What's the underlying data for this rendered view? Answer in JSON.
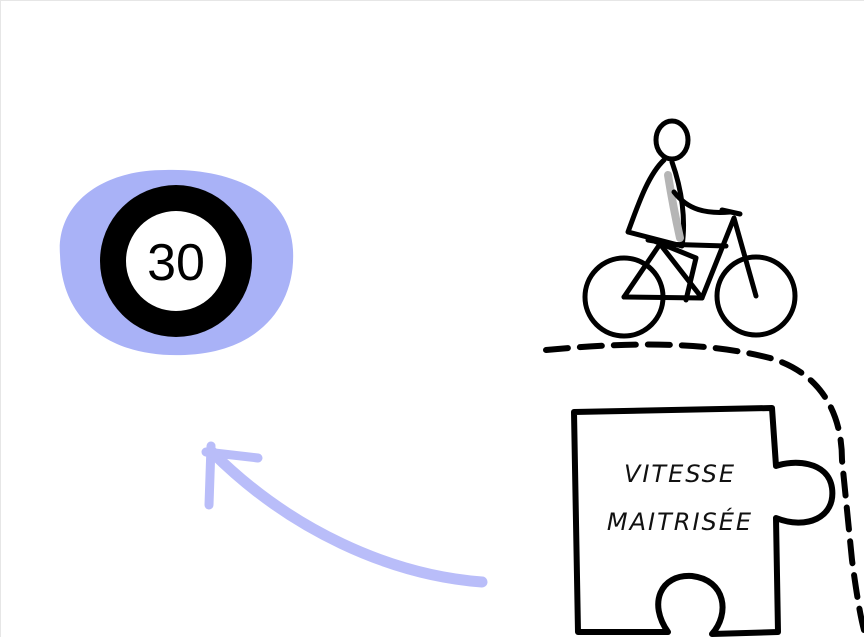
{
  "speed_sign": {
    "value": "30",
    "highlight_color": "#a9b2f7",
    "ring_color": "#000000"
  },
  "puzzle_piece": {
    "line1": "VITESSE",
    "line2": "MAITRISÉE"
  },
  "arrow": {
    "color": "#b9bdf9"
  },
  "icons": {
    "cyclist": "cyclist-icon",
    "path": "dashed-path",
    "puzzle": "puzzle-piece-icon",
    "arrow": "curved-arrow-icon"
  }
}
